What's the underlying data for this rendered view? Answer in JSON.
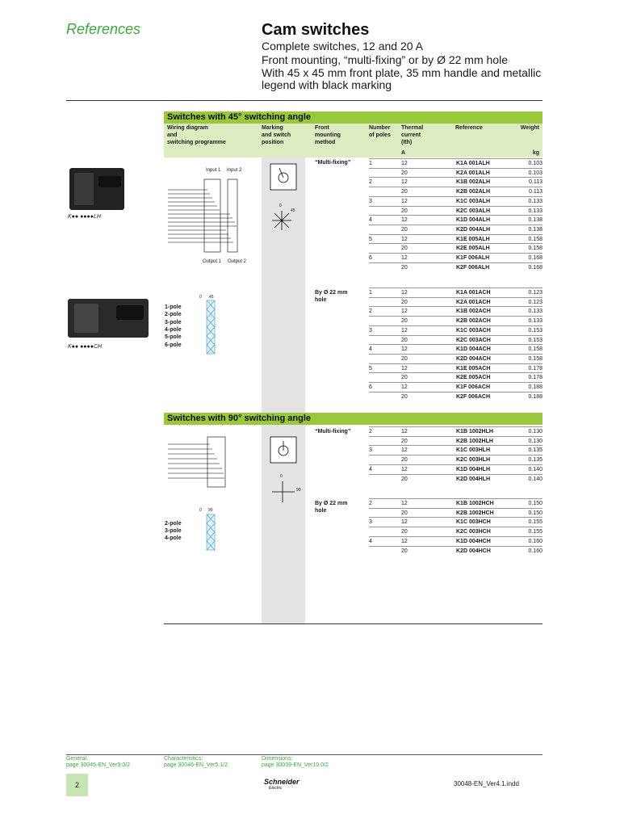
{
  "header": {
    "section": "References",
    "title": "Cam switches",
    "subtitle": "Complete switches, 12 and 20 A",
    "line1": "Front mounting, “multi-fixing” or by Ø 22 mm hole",
    "line2": "With 45 x 45 mm front plate, 35 mm handle and metallic",
    "line3": "legend with black marking"
  },
  "table": {
    "section45": "Switches with 45° switching angle",
    "section90": "Switches with 90° switching angle",
    "col_wiring": [
      "Wiring diagram",
      "and",
      "switching programme"
    ],
    "col_marking": [
      "Marking",
      "and switch",
      "position"
    ],
    "col_method": [
      "Front",
      "mounting",
      "method"
    ],
    "col_poles": [
      "Number",
      "of poles"
    ],
    "col_current": [
      "Thermal",
      "current",
      "(Ith)"
    ],
    "col_ref": "Reference",
    "col_weight": "Weight",
    "unit_current": "A",
    "unit_weight": "kg",
    "method_multi": "“Multi-fixing”",
    "method_hole": [
      "By Ø 22 mm",
      "hole"
    ]
  },
  "labels": {
    "lh": "K●● ●●●●LH",
    "ch": "K●● ●●●●CH",
    "input1": "Input 1",
    "input2": "Input 2",
    "output1": "Output 1",
    "output2": "Output 2",
    "pole1": "1-pole",
    "pole2": "2-pole",
    "pole3": "3-pole",
    "pole4": "4-pole",
    "pole5": "5-pole",
    "pole6": "6-pole",
    "angle0": "0",
    "angle45": "45",
    "angle90": "90"
  },
  "rows45_multi": [
    {
      "poles": "1",
      "current": "12",
      "ref": "K1A 001ALH",
      "weight": "0.103"
    },
    {
      "poles": "",
      "current": "20",
      "ref": "K2A 001ALH",
      "weight": "0.103"
    },
    {
      "poles": "2",
      "current": "12",
      "ref": "K1B 002ALH",
      "weight": "0.113"
    },
    {
      "poles": "",
      "current": "20",
      "ref": "K2B 002ALH",
      "weight": "0.113"
    },
    {
      "poles": "3",
      "current": "12",
      "ref": "K1C 003ALH",
      "weight": "0.133"
    },
    {
      "poles": "",
      "current": "20",
      "ref": "K2C 003ALH",
      "weight": "0.133"
    },
    {
      "poles": "4",
      "current": "12",
      "ref": "K1D 004ALH",
      "weight": "0.138"
    },
    {
      "poles": "",
      "current": "20",
      "ref": "K2D 004ALH",
      "weight": "0.138"
    },
    {
      "poles": "5",
      "current": "12",
      "ref": "K1E 005ALH",
      "weight": "0.158"
    },
    {
      "poles": "",
      "current": "20",
      "ref": "K2E 005ALH",
      "weight": "0.158"
    },
    {
      "poles": "6",
      "current": "12",
      "ref": "K1F 006ALH",
      "weight": "0.168"
    },
    {
      "poles": "",
      "current": "20",
      "ref": "K2F 006ALH",
      "weight": "0.168"
    }
  ],
  "rows45_hole": [
    {
      "poles": "1",
      "current": "12",
      "ref": "K1A 001ACH",
      "weight": "0.123"
    },
    {
      "poles": "",
      "current": "20",
      "ref": "K2A 001ACH",
      "weight": "0.123"
    },
    {
      "poles": "2",
      "current": "12",
      "ref": "K1B 002ACH",
      "weight": "0.133"
    },
    {
      "poles": "",
      "current": "20",
      "ref": "K2B 002ACH",
      "weight": "0.133"
    },
    {
      "poles": "3",
      "current": "12",
      "ref": "K1C 003ACH",
      "weight": "0.153"
    },
    {
      "poles": "",
      "current": "20",
      "ref": "K2C 003ACH",
      "weight": "0.153"
    },
    {
      "poles": "4",
      "current": "12",
      "ref": "K1D 004ACH",
      "weight": "0.158"
    },
    {
      "poles": "",
      "current": "20",
      "ref": "K2D 004ACH",
      "weight": "0.158"
    },
    {
      "poles": "5",
      "current": "12",
      "ref": "K1E 005ACH",
      "weight": "0.178"
    },
    {
      "poles": "",
      "current": "20",
      "ref": "K2E 005ACH",
      "weight": "0.178"
    },
    {
      "poles": "6",
      "current": "12",
      "ref": "K1F 006ACH",
      "weight": "0.188"
    },
    {
      "poles": "",
      "current": "20",
      "ref": "K2F 006ACH",
      "weight": "0.188"
    }
  ],
  "rows90_multi": [
    {
      "poles": "2",
      "current": "12",
      "ref": "K1B 1002HLH",
      "weight": "0.130"
    },
    {
      "poles": "",
      "current": "20",
      "ref": "K2B 1002HLH",
      "weight": "0.130"
    },
    {
      "poles": "3",
      "current": "12",
      "ref": "K1C 003HLH",
      "weight": "0.135"
    },
    {
      "poles": "",
      "current": "20",
      "ref": "K2C 003HLH",
      "weight": "0.135"
    },
    {
      "poles": "4",
      "current": "12",
      "ref": "K1D 004HLH",
      "weight": "0.140"
    },
    {
      "poles": "",
      "current": "20",
      "ref": "K2D 004HLH",
      "weight": "0.140"
    }
  ],
  "rows90_hole": [
    {
      "poles": "2",
      "current": "12",
      "ref": "K1B 1002HCH",
      "weight": "0.150"
    },
    {
      "poles": "",
      "current": "20",
      "ref": "K2B 1002HCH",
      "weight": "0.150"
    },
    {
      "poles": "3",
      "current": "12",
      "ref": "K1C 003HCH",
      "weight": "0.155"
    },
    {
      "poles": "",
      "current": "20",
      "ref": "K2C 003HCH",
      "weight": "0.155"
    },
    {
      "poles": "4",
      "current": "12",
      "ref": "K1D 004HCH",
      "weight": "0.160"
    },
    {
      "poles": "",
      "current": "20",
      "ref": "K2D 004HCH",
      "weight": "0.160"
    }
  ],
  "footer": {
    "general_label": "General:",
    "general_page": "page 30045-EN_Ver9.0/2",
    "char_label": "Characteristics:",
    "char_page": "page 30046-EN_Ver5.1/2",
    "dim_label": "Dimensions:",
    "dim_page": "page 30039-EN_Ver10.0/2",
    "page_number": "2",
    "brand": "Schneider",
    "brand_sub": "Electric",
    "file": "30048-EN_Ver4.1.indd"
  },
  "colors": {
    "green_head": "#9ac83c",
    "green_light": "#dcedc2",
    "green_text": "#3fa63f"
  }
}
